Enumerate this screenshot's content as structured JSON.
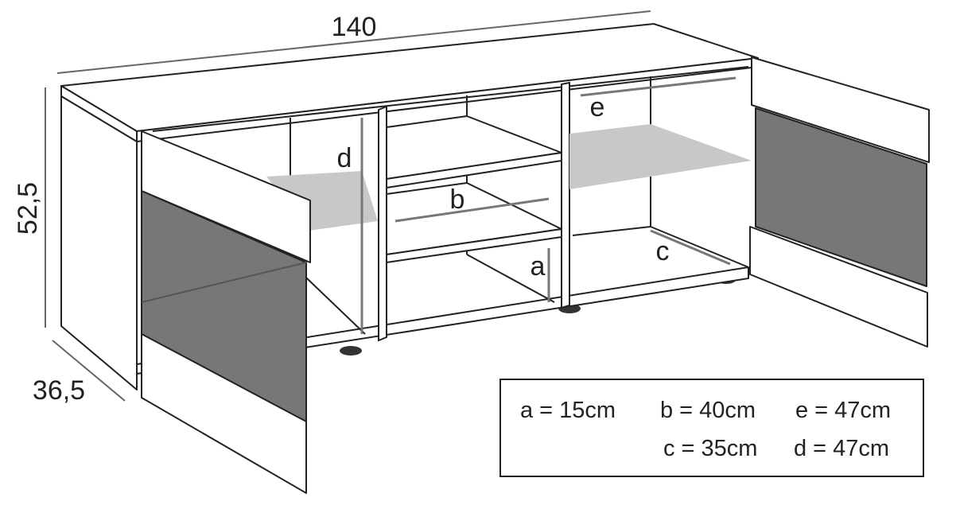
{
  "dimensions": {
    "width": "140",
    "height": "52,5",
    "depth": "36,5"
  },
  "labels": {
    "a": "a",
    "b": "b",
    "c": "c",
    "d": "d",
    "e": "e"
  },
  "legend": {
    "a": "a = 15cm",
    "b": "b = 40cm",
    "e": "e = 47cm",
    "c": "c = 35cm",
    "d": "d = 47cm"
  },
  "colors": {
    "line": "#222222",
    "dim_line": "#666666",
    "glass_dark": "#777777",
    "glass_light": "#c8c8c8",
    "foot": "#333333"
  }
}
